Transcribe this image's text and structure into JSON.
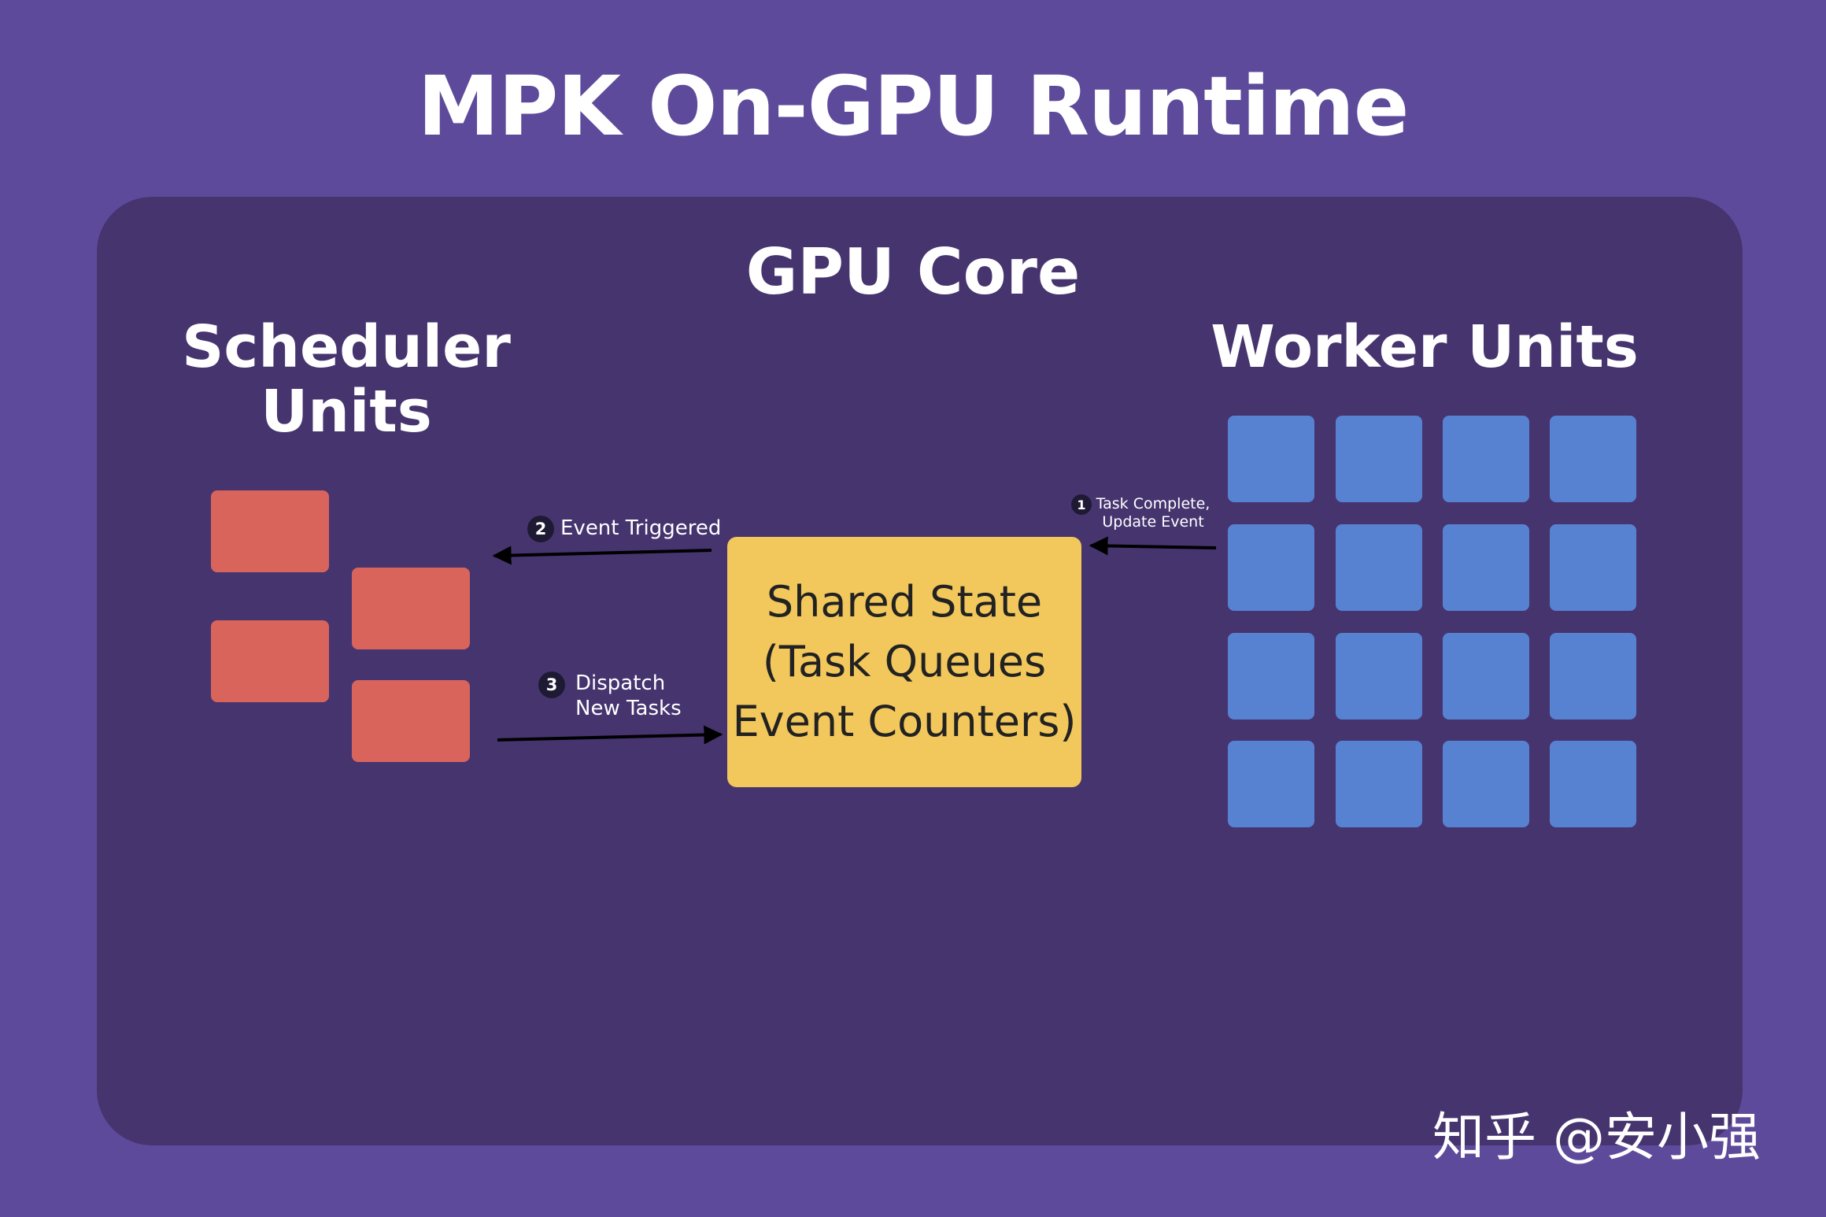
{
  "page": {
    "title": "MPK On-GPU Runtime",
    "watermark": "知乎 @安小强"
  },
  "core": {
    "title": "GPU Core"
  },
  "scheduler": {
    "title_line1": "Scheduler",
    "title_line2": "Units",
    "unit_count": 4
  },
  "workers": {
    "title": "Worker Units",
    "grid_rows": 4,
    "grid_cols": 4
  },
  "shared_state": {
    "line1": "Shared State",
    "line2": "(Task Queues",
    "line3": "Event Counters)"
  },
  "steps": [
    {
      "number": "1",
      "line1": "Task Complete,",
      "line2": "Update Event"
    },
    {
      "number": "2",
      "line1": "Event Triggered"
    },
    {
      "number": "3",
      "line1": "Dispatch",
      "line2": "New Tasks"
    }
  ],
  "colors": {
    "background": "#5e4a9b",
    "core_panel": "#46346f",
    "scheduler_unit": "#d9645c",
    "worker_unit": "#5782d2",
    "shared_state": "#f2c75c",
    "arrow": "#000000"
  }
}
